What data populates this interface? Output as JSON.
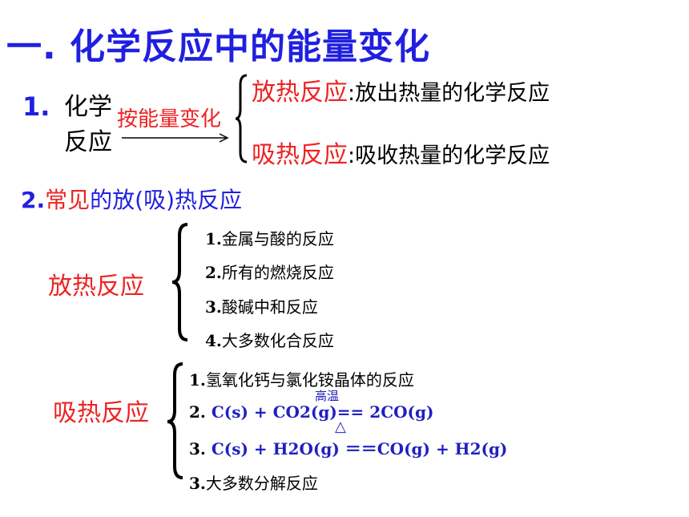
{
  "title": "一. 化学反应中的能量变化",
  "section1": {
    "number": "1.",
    "reaction_line1": "化学",
    "reaction_line2": "反应",
    "arrow_label": "按能量变化",
    "exothermic": {
      "term": "放热反应",
      "definition": ":放出热量的化学反应"
    },
    "endothermic": {
      "term": "吸热反应",
      "definition": ":吸收热量的化学反应"
    }
  },
  "section2": {
    "num": "2.",
    "part_a": "常见",
    "part_b": "的放(吸)热反应"
  },
  "exothermic_list": {
    "label": "放热反应",
    "items": [
      {
        "n": "1.",
        "text": "金属与酸的反应"
      },
      {
        "n": "2.",
        "text": "所有的燃烧反应"
      },
      {
        "n": "3.",
        "text": "酸碱中和反应"
      },
      {
        "n": "4.",
        "text": "大多数化合反应"
      }
    ]
  },
  "endothermic_list": {
    "label": "吸热反应",
    "item1": {
      "n": "1.",
      "text": "氢氧化钙与氯化铵晶体的反应"
    },
    "item2": {
      "n": "2. ",
      "equation": "C(s) + CO2(g)== 2CO(g)",
      "condition": "高温"
    },
    "item3": {
      "n": "3. ",
      "equation": "C(s) + H2O(g) ＝＝CO(g) + H2(g)",
      "condition": "△"
    },
    "item4": {
      "n": "3.",
      "text": "大多数分解反应"
    }
  }
}
